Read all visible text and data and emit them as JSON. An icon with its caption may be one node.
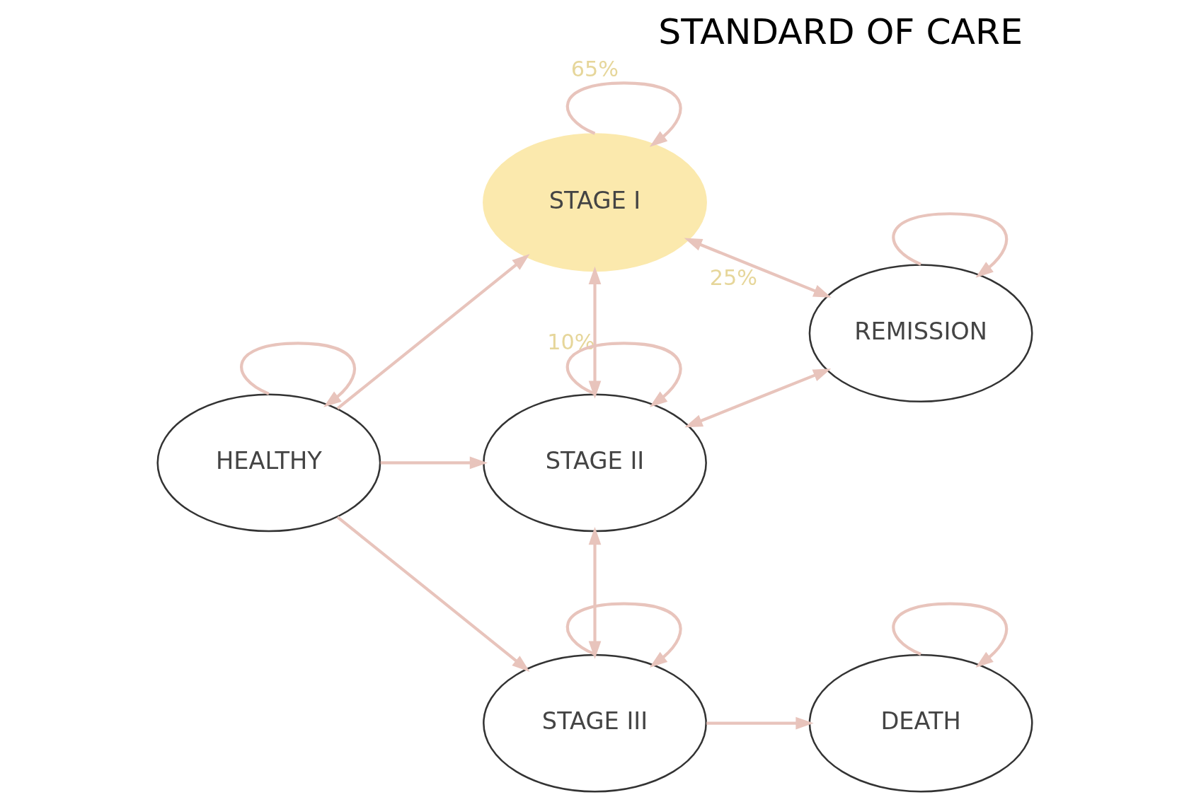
{
  "diagram": {
    "title": "STANDARD OF CARE",
    "nodes": [
      {
        "text": [
          "STAGE I"
        ]
      },
      {
        "text": [
          "HEALTHY"
        ]
      },
      {
        "text": [
          "STAGE II"
        ]
      },
      {
        "text": [
          "REMISSION"
        ]
      },
      {
        "text": [
          "STAGE III"
        ]
      },
      {
        "text": [
          "DEATH"
        ]
      }
    ],
    "edges": [
      {
        "from": 0,
        "to": 0,
        "arrow": "to",
        "label": "65%"
      },
      {
        "from": 1,
        "to": 1,
        "arrow": "to"
      },
      {
        "from": 2,
        "to": 2,
        "arrow": "to"
      },
      {
        "from": 3,
        "to": 3,
        "arrow": "to"
      },
      {
        "from": 4,
        "to": 4,
        "arrow": "to"
      },
      {
        "from": 5,
        "to": 5,
        "arrow": "to"
      },
      {
        "from": 1,
        "to": 0,
        "arrow": "to"
      },
      {
        "from": 0,
        "to": 2,
        "arrow": "both",
        "label": "10%"
      },
      {
        "from": 0,
        "to": 3,
        "arrow": "both",
        "label": "25%"
      },
      {
        "from": 1,
        "to": 2,
        "arrow": "to"
      },
      {
        "from": 2,
        "to": 3,
        "arrow": "both"
      },
      {
        "from": 1,
        "to": 4,
        "arrow": "to"
      },
      {
        "from": 2,
        "to": 4,
        "arrow": "both"
      },
      {
        "from": 4,
        "to": 5,
        "arrow": "to"
      }
    ]
  }
}
